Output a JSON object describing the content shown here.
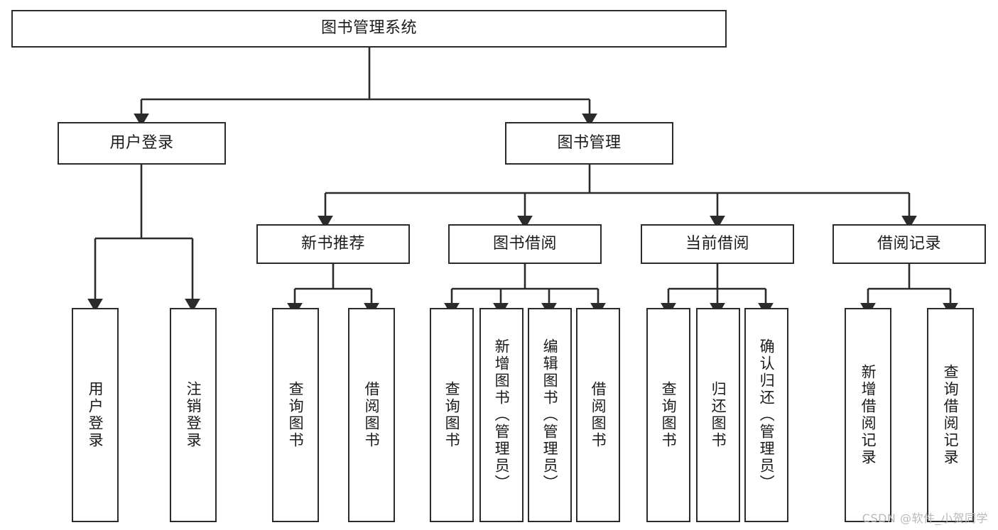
{
  "diagram": {
    "type": "tree",
    "title": "图书管理系统",
    "root": {
      "label": "图书管理系统"
    },
    "level2": [
      {
        "id": "user-login",
        "label": "用户登录"
      },
      {
        "id": "book-manage",
        "label": "图书管理"
      }
    ],
    "level3": [
      {
        "id": "new-book-recommend",
        "label": "新书推荐",
        "parent": "book-manage"
      },
      {
        "id": "book-borrow",
        "label": "图书借阅",
        "parent": "book-manage"
      },
      {
        "id": "current-borrow",
        "label": "当前借阅",
        "parent": "book-manage"
      },
      {
        "id": "borrow-record",
        "label": "借阅记录",
        "parent": "book-manage"
      }
    ],
    "leaves": [
      {
        "id": "leaf-user-login",
        "label": "用户登录",
        "parent": "user-login"
      },
      {
        "id": "leaf-logout",
        "label": "注销登录",
        "parent": "user-login"
      },
      {
        "id": "leaf-query-book-1",
        "label": "查询图书",
        "parent": "new-book-recommend"
      },
      {
        "id": "leaf-borrow-book-1",
        "label": "借阅图书",
        "parent": "new-book-recommend"
      },
      {
        "id": "leaf-query-book-2",
        "label": "查询图书",
        "parent": "book-borrow"
      },
      {
        "id": "leaf-add-book",
        "label": "新增图书（管理员）",
        "parent": "book-borrow"
      },
      {
        "id": "leaf-edit-book",
        "label": "编辑图书（管理员）",
        "parent": "book-borrow"
      },
      {
        "id": "leaf-borrow-book-2",
        "label": "借阅图书",
        "parent": "book-borrow"
      },
      {
        "id": "leaf-query-book-3",
        "label": "查询图书",
        "parent": "current-borrow"
      },
      {
        "id": "leaf-return-book",
        "label": "归还图书",
        "parent": "current-borrow"
      },
      {
        "id": "leaf-confirm-return",
        "label": "确认归还（管理员）",
        "parent": "current-borrow"
      },
      {
        "id": "leaf-add-record",
        "label": "新增借阅记录",
        "parent": "borrow-record"
      },
      {
        "id": "leaf-query-record",
        "label": "查询借阅记录",
        "parent": "borrow-record"
      }
    ],
    "colors": {
      "stroke": "#2b2b2b",
      "fill": "#ffffff",
      "text": "#1b1b1b",
      "watermark": "#b9b9b9"
    }
  },
  "watermark": {
    "text": "CSDN @软件_小贺同学"
  }
}
